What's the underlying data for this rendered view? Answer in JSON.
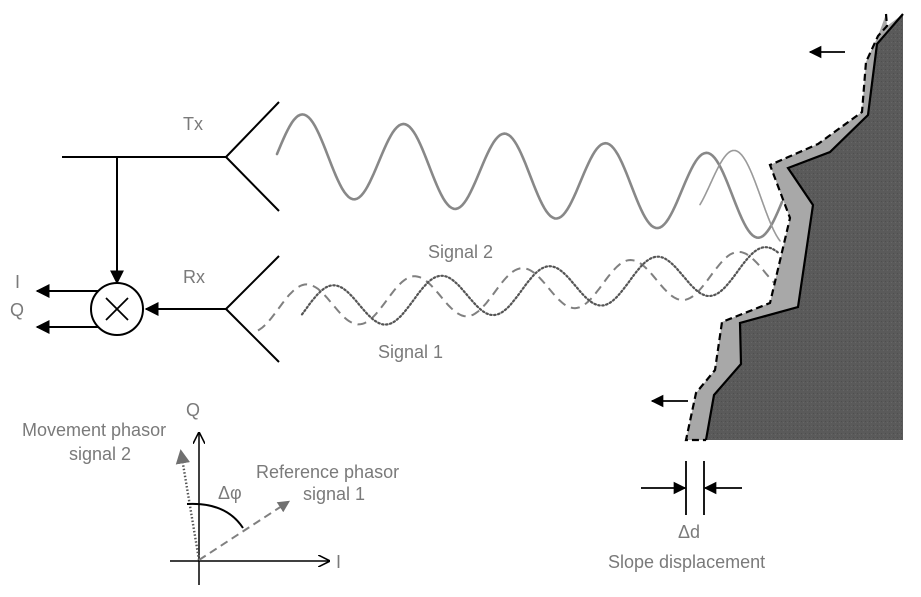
{
  "labels": {
    "tx": "Tx",
    "rx": "Rx",
    "i_output": "I",
    "q_output": "Q",
    "signal_2": "Signal 2",
    "signal_1": "Signal 1",
    "q_axis": "Q",
    "i_axis": "I",
    "movement_phasor_line1": "Movement phasor",
    "movement_phasor_line2": "signal 2",
    "reference_phasor_line1": "Reference phasor",
    "reference_phasor_line2": "signal 1",
    "delta_phi": "Δφ",
    "delta_d": "Δd",
    "slope_displacement": "Slope displacement"
  },
  "icons": {
    "mixer": "multiply-circle-icon"
  },
  "colors": {
    "wire": "#000000",
    "signal": "#808080",
    "label": "#7a7a7a",
    "rock": "#5a5a5a",
    "displaced_layer": "#a8a8a8"
  }
}
